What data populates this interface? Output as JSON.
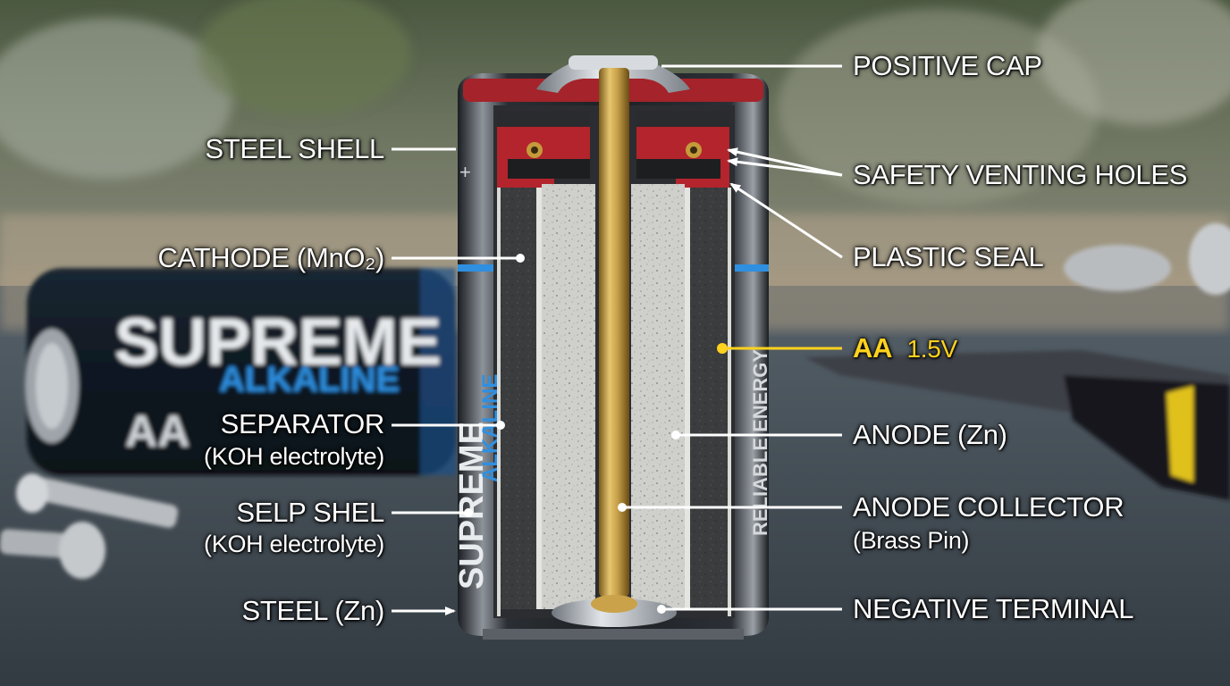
{
  "background_text": {
    "brand": "SUPREME",
    "line": "ALKALINE",
    "size": "AA",
    "side_text": "RELIABLE ENERGY"
  },
  "labels": {
    "positive_cap": "POSITIVE CAP",
    "steel_shell": "STEEL SHELL",
    "safety_venting_holes": "SAFETY VENTING HOLES",
    "plastic_seal": "PLASTIC SEAL",
    "cathode": "CATHODE (MnO₂)",
    "aa": "AA",
    "voltage": "1.5V",
    "separator": "SEPARATOR",
    "separator_sub": "(KOH electrolyte)",
    "anode": "ANODE (Zn)",
    "selp_shel": "SELP  SHEL",
    "selp_shel_sub": "(KOH electrolyte)",
    "anode_collector": "ANODE COLLECTOR",
    "anode_collector_sub": "(Brass Pin)",
    "steel_zn": "STEEL (Zn)",
    "negative_terminal": "NEGATIVE TERMINAL"
  },
  "colors": {
    "label_accent": "#ffd21e",
    "seal_red": "#b8232b",
    "brass": "#c9a24a",
    "brand_blue": "#2f8fe0"
  }
}
